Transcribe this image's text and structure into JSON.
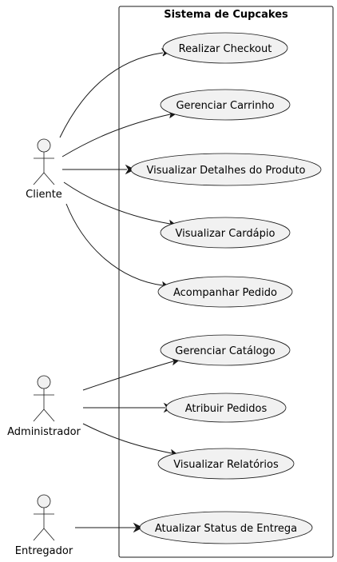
{
  "system": {
    "title": "Sistema de Cupcakes"
  },
  "actors": [
    {
      "id": "cliente",
      "name": "Cliente"
    },
    {
      "id": "administrador",
      "name": "Administrador"
    },
    {
      "id": "entregador",
      "name": "Entregador"
    }
  ],
  "use_cases": [
    {
      "id": "checkout",
      "label": "Realizar Checkout"
    },
    {
      "id": "carrinho",
      "label": "Gerenciar Carrinho"
    },
    {
      "id": "detalhes",
      "label": "Visualizar Detalhes do Produto"
    },
    {
      "id": "cardapio",
      "label": "Visualizar Cardápio"
    },
    {
      "id": "acompanhar",
      "label": "Acompanhar Pedido"
    },
    {
      "id": "catalogo",
      "label": "Gerenciar Catálogo"
    },
    {
      "id": "atribuir",
      "label": "Atribuir Pedidos"
    },
    {
      "id": "relatorios",
      "label": "Visualizar Relatórios"
    },
    {
      "id": "status",
      "label": "Atualizar Status de Entrega"
    }
  ],
  "associations": [
    {
      "from": "cliente",
      "to": "checkout"
    },
    {
      "from": "cliente",
      "to": "carrinho"
    },
    {
      "from": "cliente",
      "to": "detalhes"
    },
    {
      "from": "cliente",
      "to": "cardapio"
    },
    {
      "from": "cliente",
      "to": "acompanhar"
    },
    {
      "from": "administrador",
      "to": "catalogo"
    },
    {
      "from": "administrador",
      "to": "atribuir"
    },
    {
      "from": "administrador",
      "to": "relatorios"
    },
    {
      "from": "entregador",
      "to": "status"
    }
  ]
}
